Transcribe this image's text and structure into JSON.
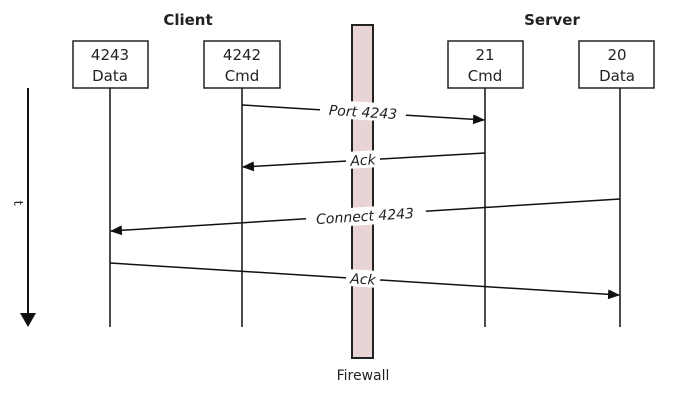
{
  "groups": {
    "client": "Client",
    "server": "Server"
  },
  "endpoints": [
    {
      "id": "client-data",
      "port": "4243",
      "role": "Data"
    },
    {
      "id": "client-cmd",
      "port": "4242",
      "role": "Cmd"
    },
    {
      "id": "server-cmd",
      "port": "21",
      "role": "Cmd"
    },
    {
      "id": "server-data",
      "port": "20",
      "role": "Data"
    }
  ],
  "messages": [
    {
      "label": "Port 4243",
      "from": "client-cmd",
      "to": "server-cmd"
    },
    {
      "label": "Ack",
      "from": "server-cmd",
      "to": "client-cmd"
    },
    {
      "label": "Connect 4243",
      "from": "server-data",
      "to": "client-data"
    },
    {
      "label": "Ack",
      "from": "client-data",
      "to": "server-data"
    }
  ],
  "firewall": {
    "label": "Firewall",
    "fill": "#e8d4d4"
  },
  "time_axis": {
    "label": "t"
  }
}
